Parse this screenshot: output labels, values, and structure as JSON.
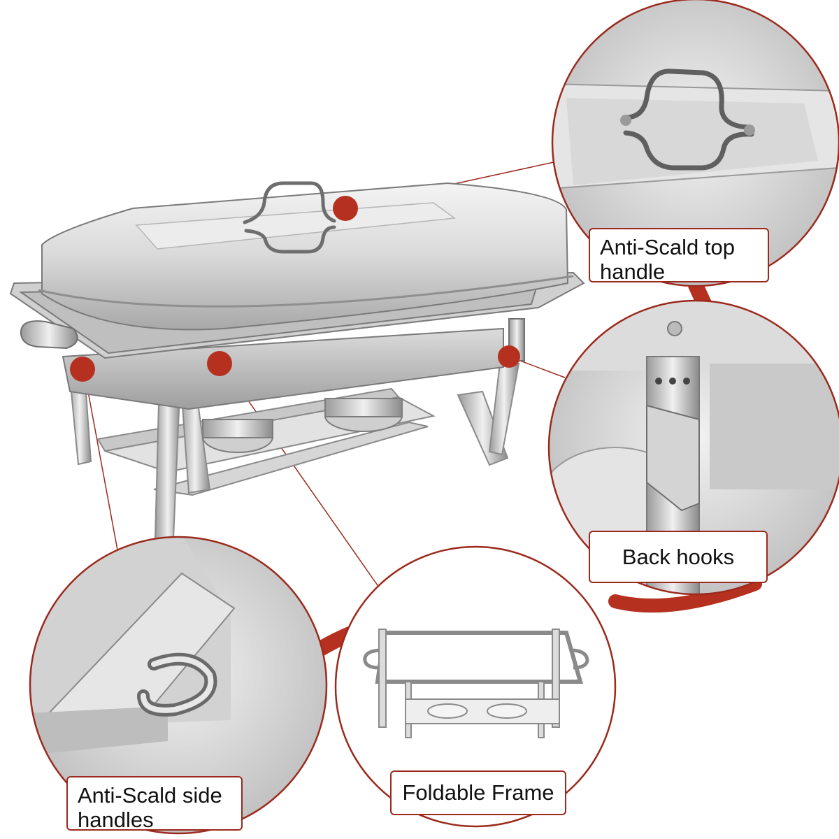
{
  "theme": {
    "accent": "#b5301f",
    "accent_dark": "#9b2a1d",
    "steel_light": "#e6e6e6",
    "steel_mid": "#bdbdbd",
    "steel_dark": "#8c8c8c",
    "background": "#ffffff"
  },
  "callouts": [
    {
      "id": "top_handle",
      "label": "Anti-Scald top handle",
      "icon": "handle-zoom"
    },
    {
      "id": "back_hooks",
      "label": "Back hooks",
      "icon": "hook-zoom"
    },
    {
      "id": "side_handles",
      "label": "Anti-Scald side handles",
      "icon": "side-handle-zoom"
    },
    {
      "id": "frame",
      "label": "Foldable Frame",
      "icon": "frame-zoom"
    }
  ]
}
